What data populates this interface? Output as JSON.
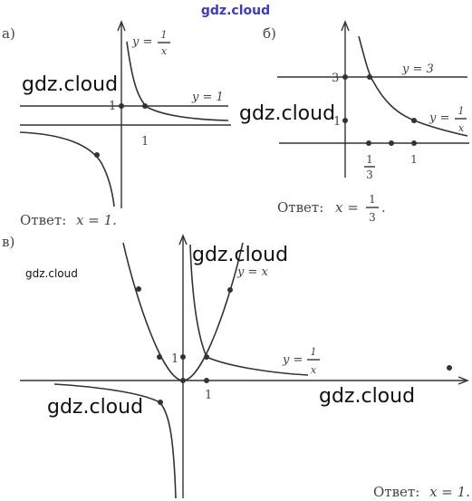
{
  "watermark": "gdz.cloud",
  "panels": [
    {
      "id": "a",
      "label": "а)",
      "curve_label_1": {
        "lhs": "y =",
        "num": "1",
        "den": "x"
      },
      "curve_label_2": "y = 1",
      "tick_x": "1",
      "tick_y": "1",
      "answer_prefix": "Ответ:",
      "answer_value": "x = 1."
    },
    {
      "id": "b",
      "label": "б)",
      "curve_label_1": "y = 3",
      "curve_label_2": {
        "lhs": "y =",
        "num": "1",
        "den": "x"
      },
      "tick_y_3": "3",
      "tick_y_1": "1",
      "tick_x_third": {
        "num": "1",
        "den": "3"
      },
      "tick_x_1": "1",
      "answer_prefix": "Ответ:",
      "answer_value": {
        "lhs": "x =",
        "num": "1",
        "den": "3"
      }
    },
    {
      "id": "c",
      "label": "в)",
      "curve_label_1": "y = x",
      "curve_label_2": {
        "lhs": "y =",
        "num": "1",
        "den": "x"
      },
      "tick_x": "1",
      "tick_y": "1",
      "answer_prefix": "Ответ:",
      "answer_value": "x = 1."
    }
  ]
}
